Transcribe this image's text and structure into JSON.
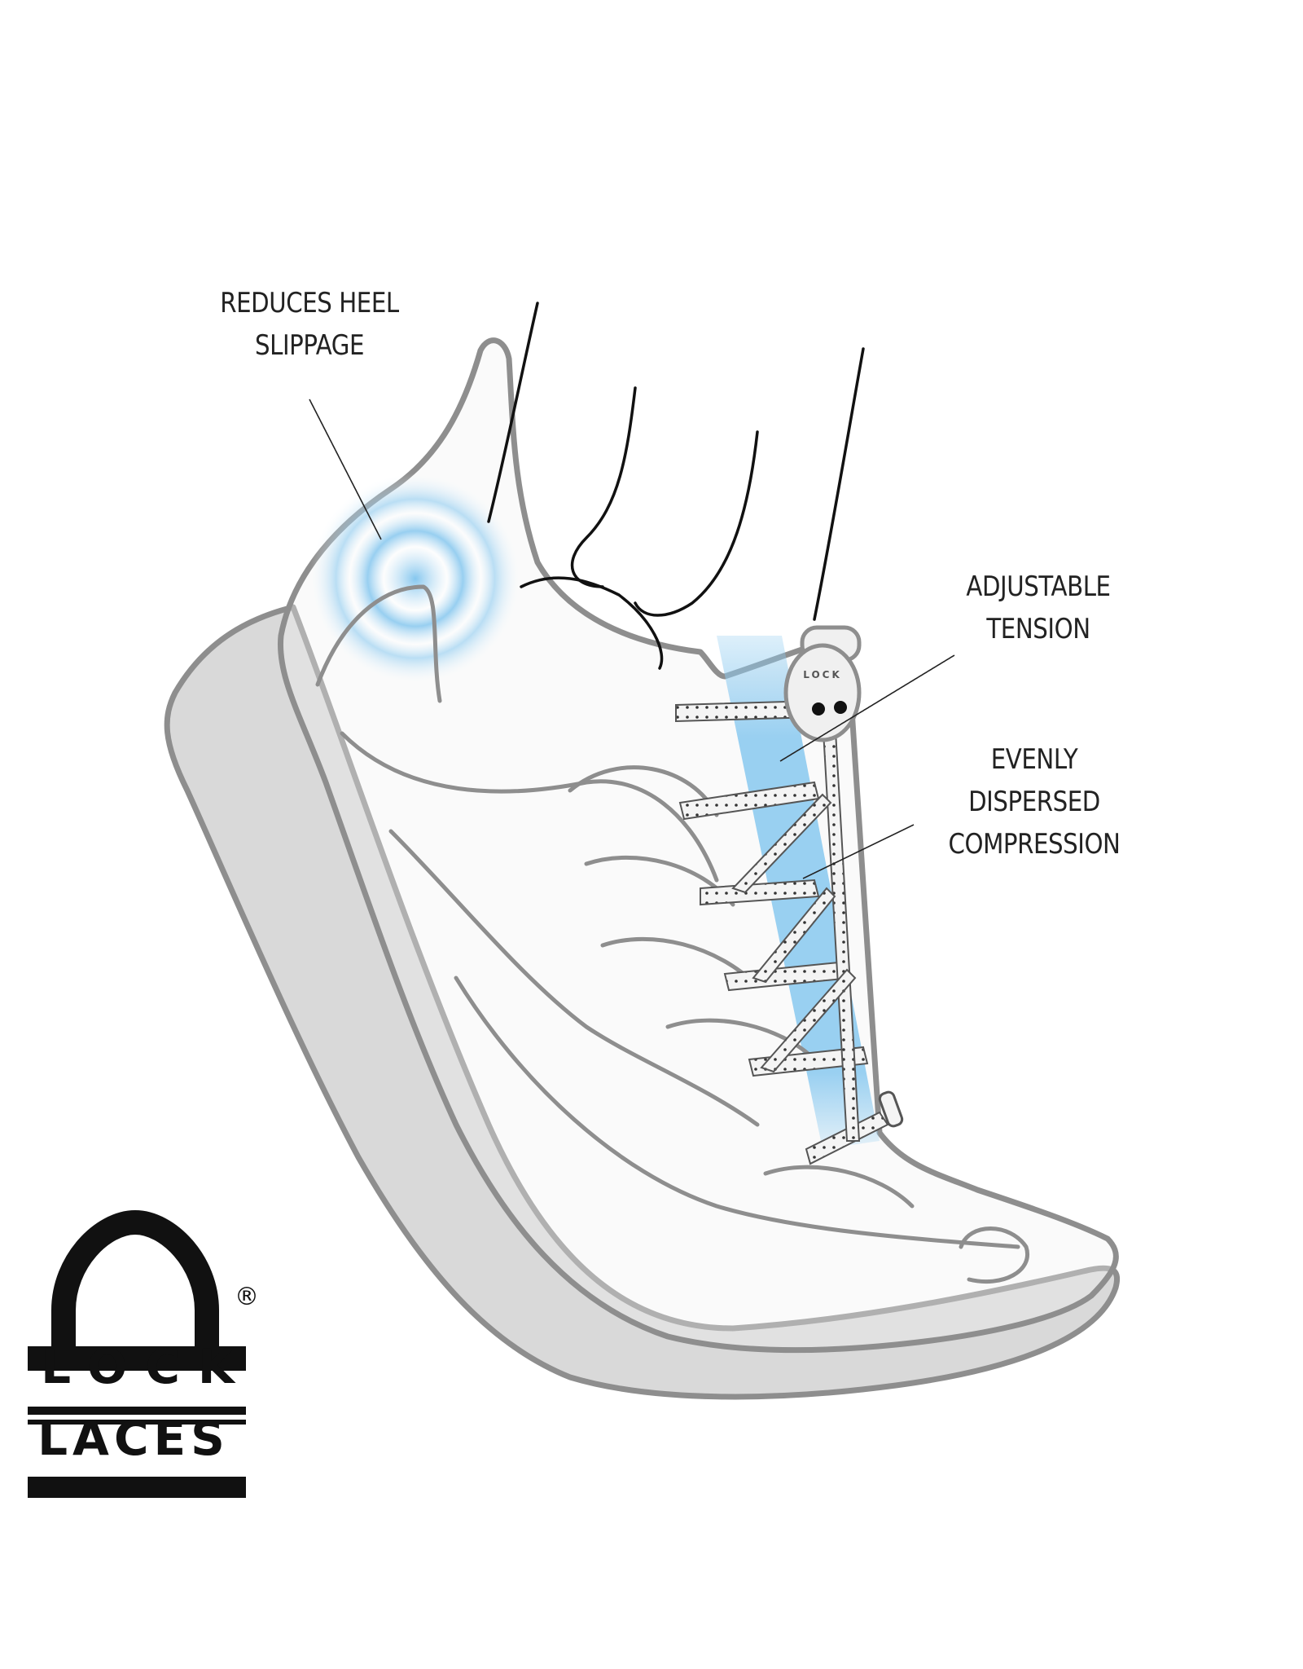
{
  "callouts": {
    "heel": [
      "REDUCES HEEL",
      "SLIPPAGE"
    ],
    "tension": [
      "ADJUSTABLE",
      "TENSION"
    ],
    "compression": [
      "EVENLY",
      "DISPERSED",
      "COMPRESSION"
    ]
  },
  "logo": {
    "line1": "LOCK",
    "line2": "LACES",
    "registered": "®",
    "toggle_text": "LOCK"
  },
  "colors": {
    "outline": "#8e8e8e",
    "sole": "#d9d9d9",
    "highlight_blue": "#8ecbf0",
    "ink": "#111111"
  }
}
